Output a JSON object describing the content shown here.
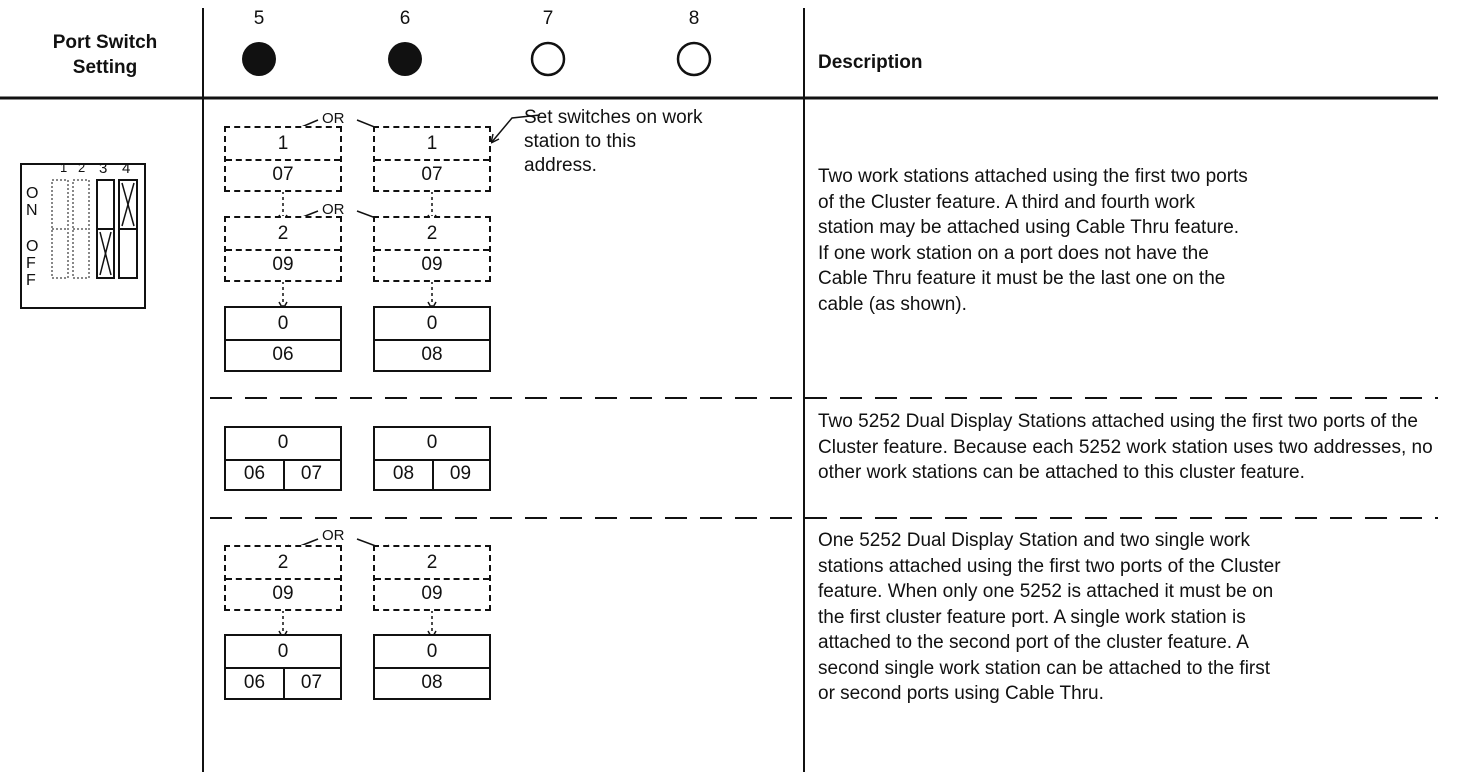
{
  "header": {
    "port_switch_setting": "Port Switch Setting",
    "col5": "5",
    "col6": "6",
    "col7": "7",
    "col8": "8",
    "description": "Description"
  },
  "indicators": [
    {
      "col": "5",
      "state": "filled"
    },
    {
      "col": "6",
      "state": "filled"
    },
    {
      "col": "7",
      "state": "open"
    },
    {
      "col": "8",
      "state": "open"
    }
  ],
  "switch": {
    "numbers": [
      "1",
      "2",
      "3",
      "4"
    ],
    "on_label": [
      "O",
      "N"
    ],
    "off_label": [
      "O",
      "F",
      "F"
    ]
  },
  "or_label": "OR",
  "annotation": "Set switches on work station to this address.",
  "rows": [
    {
      "boxes": {
        "a1": {
          "top": "1",
          "bot": "07"
        },
        "b1": {
          "top": "1",
          "bot": "07"
        },
        "a2": {
          "top": "2",
          "bot": "09"
        },
        "b2": {
          "top": "2",
          "bot": "09"
        },
        "a3": {
          "top": "0",
          "bot": "06"
        },
        "b3": {
          "top": "0",
          "bot": "08"
        }
      },
      "description": "Two work stations attached using the first two ports of the Cluster feature. A third and fourth work station may be attached using Cable Thru feature. If one work station on a port does not have the Cable Thru feature it must be the last one on the cable (as shown)."
    },
    {
      "boxes": {
        "a": {
          "top": "0",
          "left": "06",
          "right": "07"
        },
        "b": {
          "top": "0",
          "left": "08",
          "right": "09"
        }
      },
      "description": "Two 5252 Dual Display Stations attached using the first two ports of the Cluster feature. Because each 5252 work station uses two addresses, no other work stations can be attached to this cluster feature."
    },
    {
      "boxes": {
        "a1": {
          "top": "2",
          "bot": "09"
        },
        "b1": {
          "top": "2",
          "bot": "09"
        },
        "a2": {
          "top": "0",
          "left": "06",
          "right": "07"
        },
        "b2": {
          "top": "0",
          "bot": "08"
        }
      },
      "description": "One 5252 Dual Display Station and two single work stations attached using the first two ports of the Cluster feature. When only one 5252 is attached it must be on the first cluster feature port. A single work station is attached to the second port of the cluster feature. A second single work station can be attached to the first or second ports using Cable Thru."
    }
  ]
}
